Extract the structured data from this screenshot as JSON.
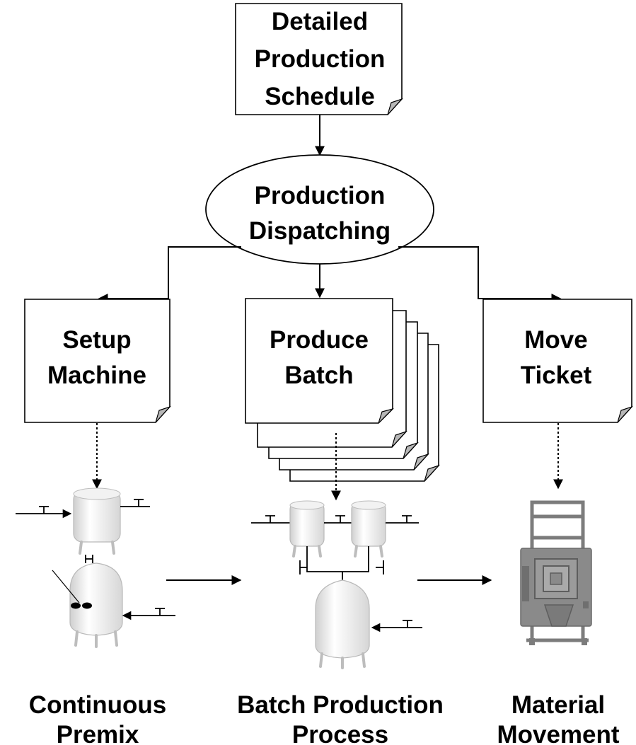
{
  "schedule_doc": {
    "lines": [
      "Detailed",
      "Production",
      "Schedule"
    ]
  },
  "dispatch": {
    "lines": [
      "Production",
      "Dispatching"
    ]
  },
  "setup_doc": {
    "lines": [
      "Setup",
      "Machine"
    ]
  },
  "batch_doc": {
    "lines": [
      "Produce",
      "Batch"
    ]
  },
  "move_doc": {
    "lines": [
      "Move",
      "Ticket"
    ]
  },
  "captions": {
    "continuous": [
      "Continuous",
      "Premix"
    ],
    "batch": [
      "Batch Production",
      "Process"
    ],
    "material": [
      "Material",
      "Movement"
    ]
  },
  "colors": {
    "fold": "#b7b7b7",
    "tank": "#e6e6e6",
    "frame": "#7c7c7c"
  },
  "icons": [
    "document-icon",
    "ellipse-node",
    "tank-icon",
    "valve-icon",
    "mixer-icon",
    "tipper-machine-icon"
  ]
}
